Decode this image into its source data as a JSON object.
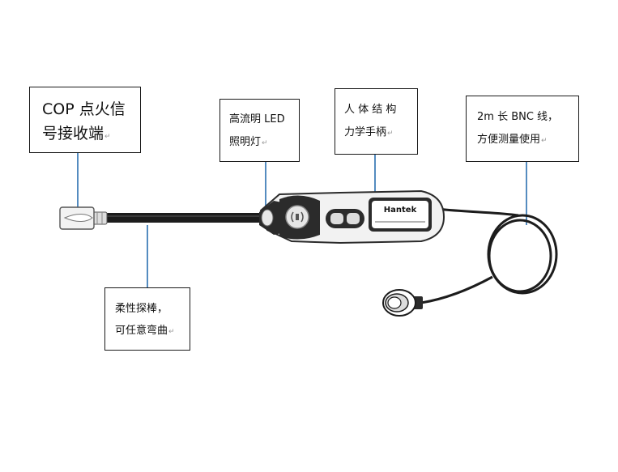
{
  "colors": {
    "outline": "#1a1a1a",
    "leader": "#2a6fb0",
    "cable": "#1c1c1c",
    "handle_body": "#f2f2f2",
    "handle_dark": "#2b2b2b"
  },
  "callouts": {
    "cop_receiver": {
      "line1": "COP 点火信",
      "line2": "号接收端",
      "mark": "↵"
    },
    "led_light": {
      "line1": "高流明 LED",
      "line2": "照明灯",
      "mark": "↵"
    },
    "ergonomic_handle": {
      "line1": "人 体 结 构",
      "line2": "力学手柄",
      "mark": "↵"
    },
    "bnc_cable": {
      "line1": "2m 长 BNC 线，",
      "line2": "方便测量使用",
      "mark": "↵"
    },
    "flexible_probe": {
      "line1": "柔性探棒，",
      "line2": "可任意弯曲",
      "mark": "↵"
    }
  },
  "product": {
    "brand": "Hantek"
  }
}
